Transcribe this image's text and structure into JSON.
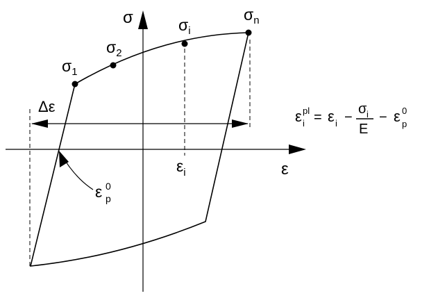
{
  "labels": {
    "sigma_axis": "σ",
    "eps_axis": "ε",
    "sigma_1": {
      "base": "σ",
      "sub": "1"
    },
    "sigma_2": {
      "base": "σ",
      "sub": "2"
    },
    "sigma_i": {
      "base": "σ",
      "sub": "i"
    },
    "sigma_n": {
      "base": "σ",
      "sub": "n"
    },
    "delta_eps": "Δε",
    "eps_i": {
      "base": "ε",
      "sub": "i"
    },
    "eps_p0": {
      "base": "ε",
      "sup": "0",
      "sub": "p"
    }
  },
  "formula": {
    "lhs_base": "ε",
    "lhs_sup": "pl",
    "lhs_sub": "i",
    "equals": "=",
    "t1_base": "ε",
    "t1_sub": "i",
    "minus1": "−",
    "num_base": "σ",
    "num_sub": "i",
    "den": "E",
    "minus2": "−",
    "t3_base": "ε",
    "t3_sup": "0",
    "t3_sub": "p"
  },
  "colors": {
    "ink": "#000000",
    "background": "#ffffff"
  }
}
